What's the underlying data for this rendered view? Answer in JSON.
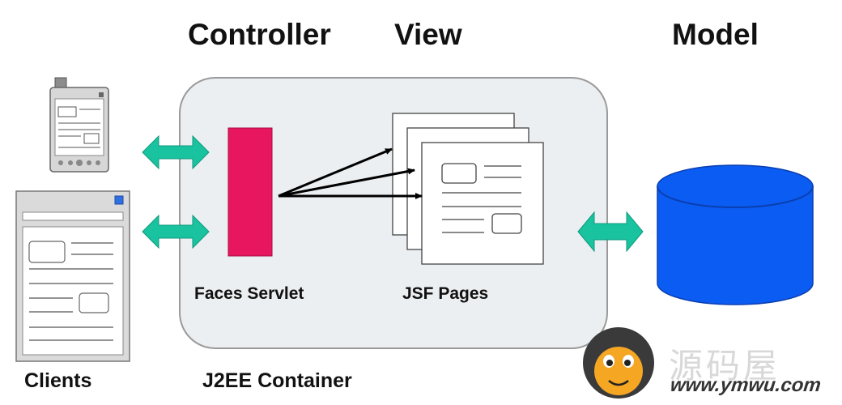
{
  "headings": {
    "controller": "Controller",
    "view": "View",
    "model": "Model"
  },
  "labels": {
    "faces_servlet": "Faces Servlet",
    "jsf_pages": "JSF Pages",
    "clients": "Clients",
    "container": "J2EE Container"
  },
  "watermark": {
    "text": "源码屋",
    "url": "www.ymwu.com"
  },
  "colors": {
    "container_fill": "#eceff1",
    "container_stroke": "#9a9a9a",
    "servlet": "#e8165e",
    "arrow": "#19c3a0",
    "database": "#0b5cf2",
    "database_dark": "#0a3fb0",
    "client_frame": "#dadada"
  },
  "icons": {
    "pda": "pda-device-icon",
    "browser": "browser-window-icon",
    "database": "database-cylinder-icon",
    "monkey": "monkey-mascot-icon"
  }
}
